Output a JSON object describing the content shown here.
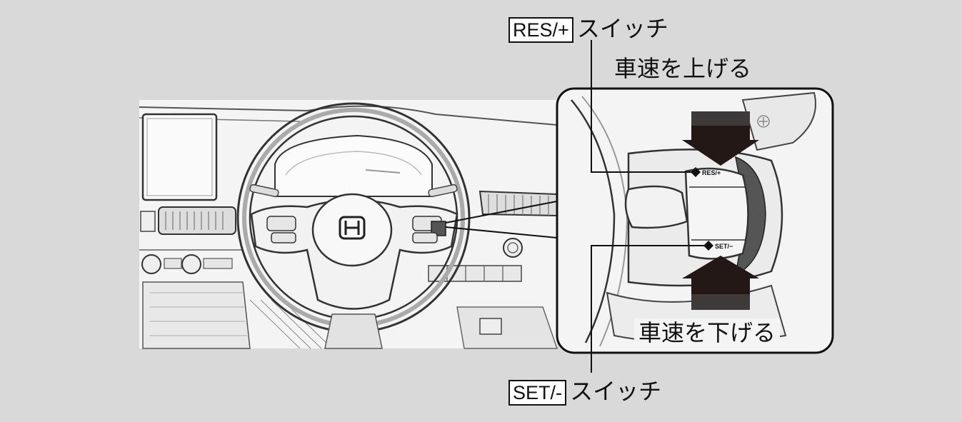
{
  "labels": {
    "res_key": "RES/+",
    "res_suffix": "スイッチ",
    "speed_up": "車速を上げる",
    "speed_down": "車速を下げる",
    "set_key": "SET/-",
    "set_suffix": "スイッチ"
  },
  "buttons": {
    "res": "RES/+",
    "set": "SET/−"
  },
  "colors": {
    "background": "#d9d9d9",
    "arrow": "#231815",
    "arrow_cap": "#3e3a39",
    "line": "#111111"
  },
  "icons": {
    "brand_logo": "h-emblem",
    "up_arrow": "arrow-down-press",
    "down_arrow": "arrow-up-press"
  }
}
